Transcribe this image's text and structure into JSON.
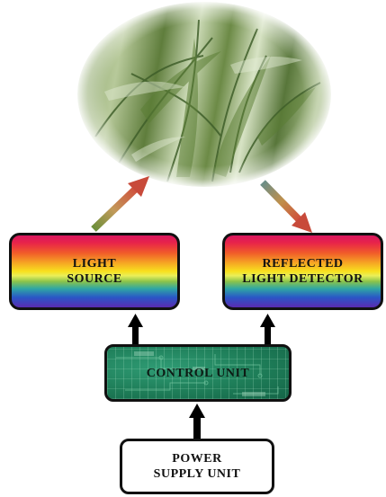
{
  "diagram": {
    "light_source_label": "LIGHT\nSOURCE",
    "detector_label": "REFLECTED\nLIGHT DETECTOR",
    "control_label": "CONTROL UNIT",
    "power_label": "POWER\nSUPPLY UNIT"
  },
  "colors": {
    "box_border": "#111111",
    "control_green": "#1e7d58",
    "arrow_fill": "#000000"
  }
}
